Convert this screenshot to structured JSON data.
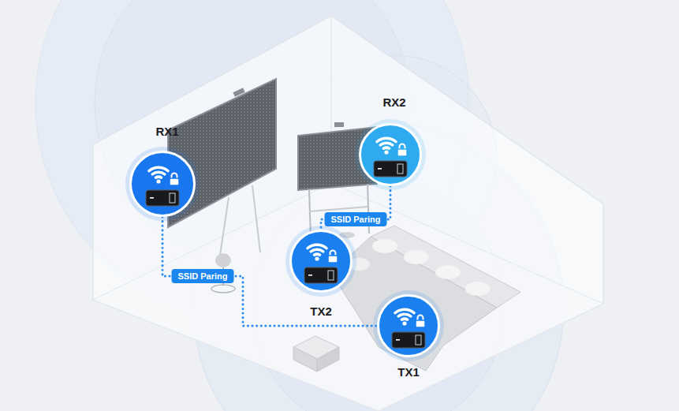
{
  "diagram": {
    "nodes": [
      {
        "text": [
          "RX1"
        ]
      },
      {
        "text": [
          "RX2"
        ]
      },
      {
        "text": [
          "TX2"
        ]
      },
      {
        "text": [
          "TX1"
        ]
      }
    ],
    "edges": [
      {
        "from": 0,
        "to": 3,
        "label": "SSID Paring",
        "arrow": "none"
      },
      {
        "from": 1,
        "to": 2,
        "label": "SSID Paring",
        "arrow": "none"
      }
    ]
  }
}
